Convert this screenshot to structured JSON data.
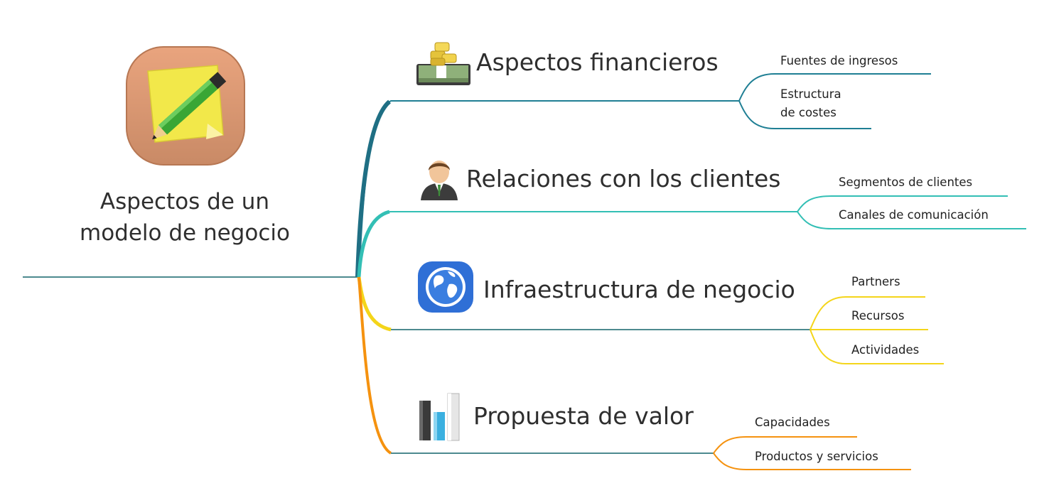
{
  "central": {
    "title_line1": "Aspectos de un",
    "title_line2": "modelo de negocio",
    "icon": "notepad-pencil-icon"
  },
  "branches": [
    {
      "label": "Aspectos financieros",
      "icon": "money-stack-icon",
      "color": "#1f7f94",
      "children": [
        {
          "label": "Fuentes de ingresos"
        },
        {
          "label_line1": "Estructura",
          "label_line2": "de costes"
        }
      ]
    },
    {
      "label": "Relaciones con los clientes",
      "icon": "businessman-icon",
      "color": "#33bfb5",
      "children": [
        {
          "label": "Segmentos de clientes"
        },
        {
          "label": "Canales de comunicación"
        }
      ]
    },
    {
      "label": "Infraestructura de negocio",
      "icon": "globe-icon",
      "color": "#f4d51a",
      "children": [
        {
          "label": "Partners"
        },
        {
          "label": "Recursos"
        },
        {
          "label": "Actividades"
        }
      ]
    },
    {
      "label": "Propuesta de valor",
      "icon": "bar-chart-icon",
      "color": "#f5920f",
      "children": [
        {
          "label": "Capacidades"
        },
        {
          "label": "Productos y servicios"
        }
      ]
    }
  ],
  "colors": {
    "root_line": "#4d8a8f",
    "text": "#2e2e2e"
  }
}
